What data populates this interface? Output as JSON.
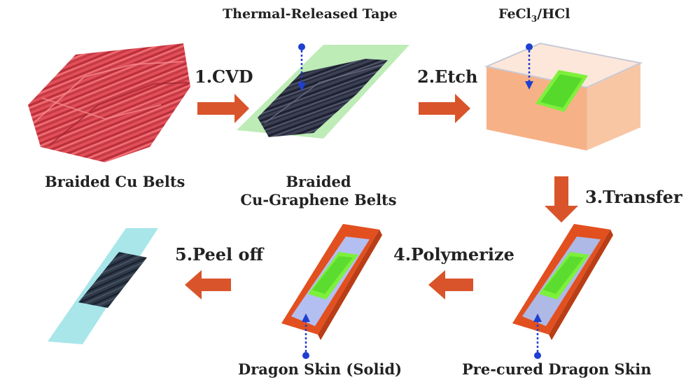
{
  "labels": {
    "thermal_tape": "Thermal-Released  Tape",
    "fecl3_hcl": "FeCl3/HCl",
    "braided_cu": "Braided Cu Belts",
    "braided_cu_graphene_line1": "Braided",
    "braided_cu_graphene_line2": "Cu-Graphene Belts",
    "dragon_skin_solid": "Dragon Skin (Solid)",
    "precured_dragon_skin": "Pre-cured  Dragon Skin"
  },
  "steps": {
    "cvd": "1.CVD",
    "etch": "2.Etch",
    "transfer": "3.Transfer",
    "polymerize": "4.Polymerize",
    "peel_off": "5.Peel off"
  },
  "colors": {
    "arrow": "#d9542a",
    "copper": "#d8414b",
    "graphene": "#2e3346",
    "tape": "#b8ebb0",
    "etchant": "#f7b083",
    "green_film": "#7cf03b",
    "mold": "#e2501f",
    "dragon_skin": "#aeb9e6",
    "peeled_film": "#a8e6ea",
    "pointer": "#1f3fd0"
  }
}
